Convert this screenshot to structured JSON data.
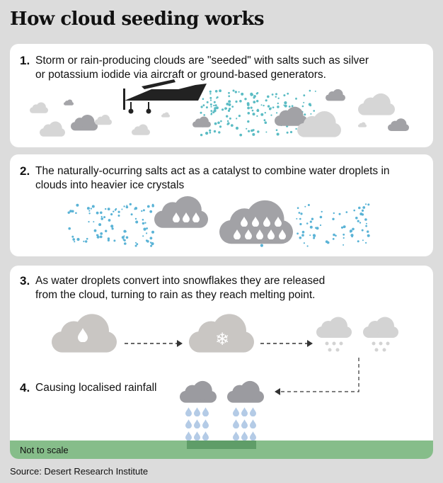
{
  "title": "How cloud seeding works",
  "steps": [
    {
      "number": "1.",
      "text_line1": "Storm or rain-producing clouds are \"seeded\" with salts such as silver",
      "text_line2": "or potassium iodide via aircraft or ground-based generators."
    },
    {
      "number": "2.",
      "text_line1": "The naturally-ocurring salts act as a catalyst to combine water droplets in",
      "text_line2": "clouds into heavier ice crystals"
    },
    {
      "number": "3.",
      "text_line1": "As water droplets convert into snowflakes they are released",
      "text_line2": "from the cloud, turning to rain as they reach melting point."
    },
    {
      "number": "4.",
      "text_line1": "Causing localised rainfall"
    }
  ],
  "footer_note": "Not to scale",
  "source": "Source: Desert Research Institute",
  "colors": {
    "background": "#dcdcdc",
    "cloud_light": "#d3d3d3",
    "cloud_mid": "#c9c6c3",
    "cloud_dark": "#9b9ba0",
    "seed_dots": "#5bbcc4",
    "salt_dots": "#5ab3d6",
    "rain": "#b4cbe6",
    "ground": "#86bd8a"
  }
}
